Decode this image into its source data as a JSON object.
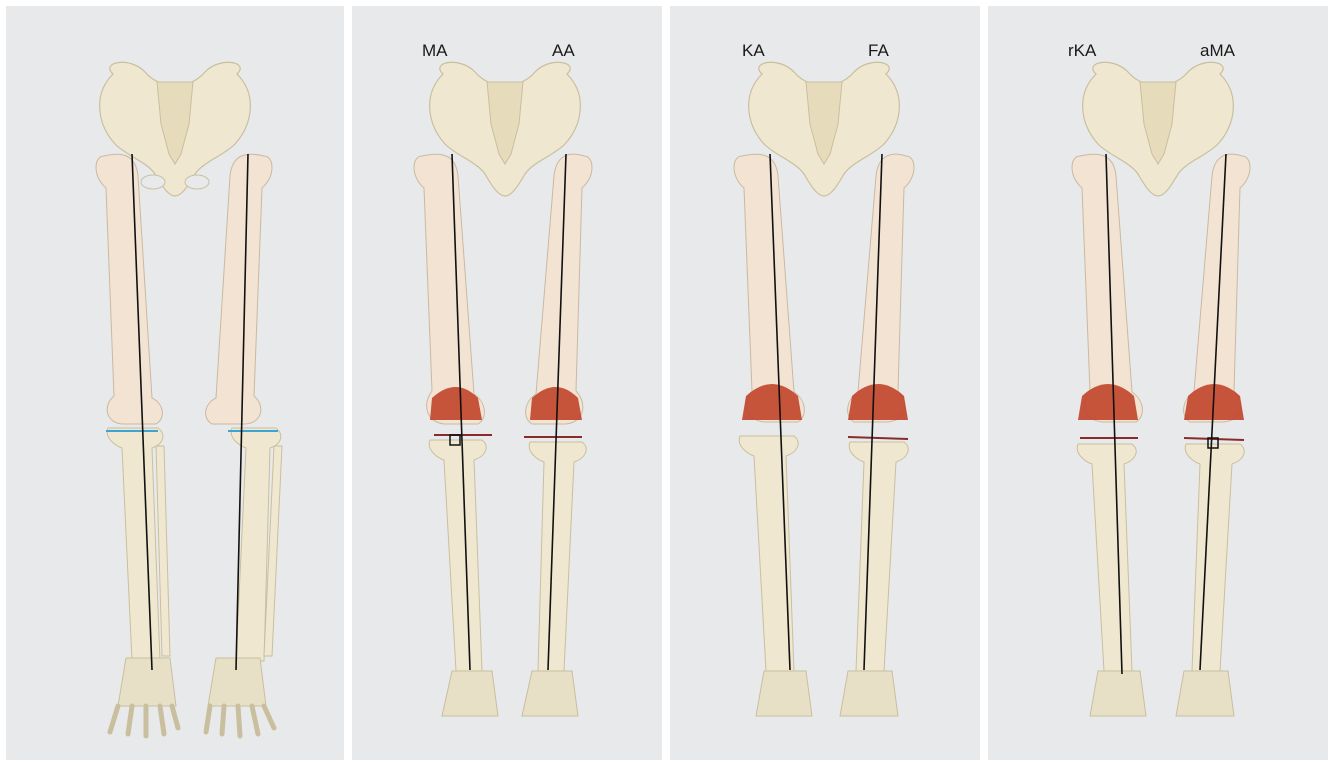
{
  "panels": [
    {
      "labels": {
        "left": "",
        "right": ""
      },
      "variant": "native"
    },
    {
      "labels": {
        "left": "MA",
        "right": "AA"
      },
      "variant": "resurfaced"
    },
    {
      "labels": {
        "left": "KA",
        "right": "FA"
      },
      "variant": "resurfaced"
    },
    {
      "labels": {
        "left": "rKA",
        "right": "aMA"
      },
      "variant": "resurfaced"
    }
  ],
  "colors": {
    "bone": "#efe7cf",
    "bone_dark": "#d9cda8",
    "femur": "#f3e3d3",
    "cartilage": "#a9bfd0",
    "joint_line": "#3aa5d4",
    "implant": "#c0442a",
    "axis_line": "#111111",
    "panel_bg": "#e8e9ea"
  }
}
